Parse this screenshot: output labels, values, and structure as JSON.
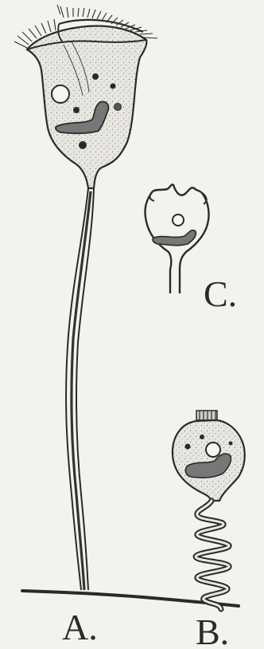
{
  "figure": {
    "labels": {
      "a": "A.",
      "b": "B.",
      "c": "C."
    }
  },
  "colors": {
    "background": "#f3f2ee",
    "ink": "#2a2a2a",
    "cell_fill": "#e8e6e0"
  }
}
